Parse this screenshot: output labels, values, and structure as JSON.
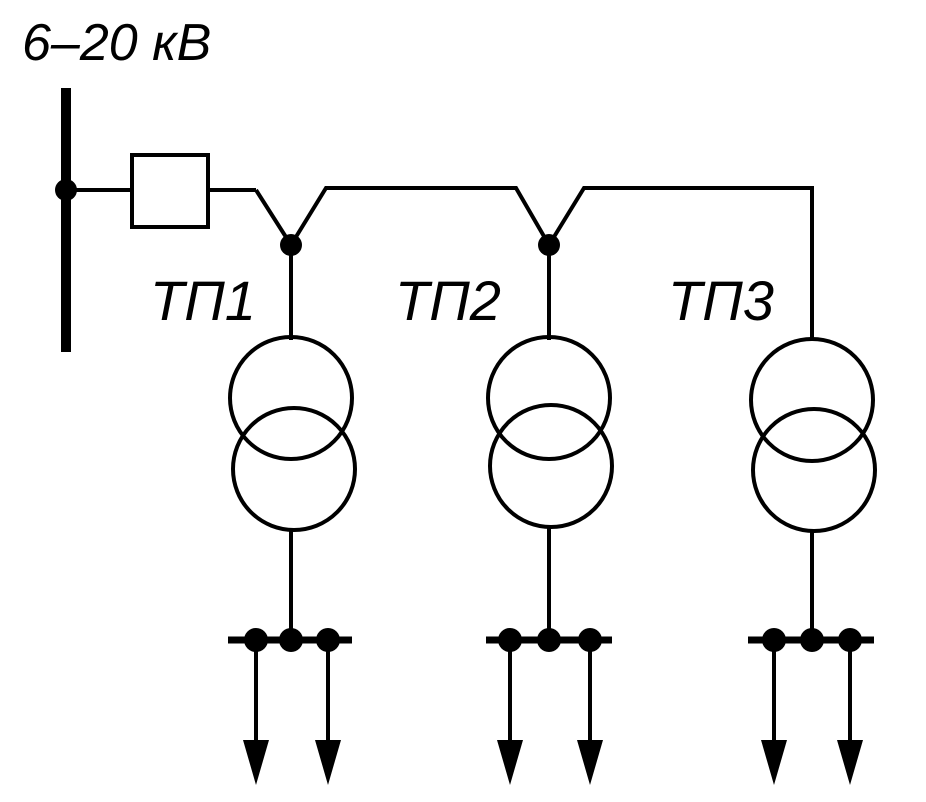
{
  "diagram": {
    "voltage_label": "6–20 кВ",
    "substations": [
      {
        "label": "ТП1"
      },
      {
        "label": "ТП2"
      },
      {
        "label": "ТП3"
      }
    ]
  }
}
